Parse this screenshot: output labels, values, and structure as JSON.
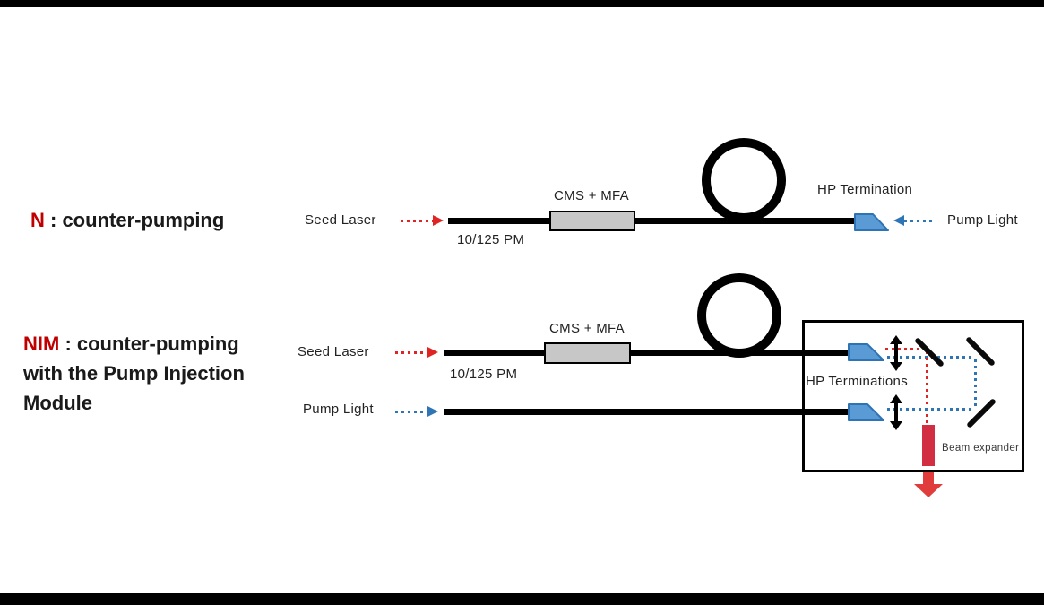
{
  "colors": {
    "heading_accent_red": "#c00000",
    "signal_beam_red": "#e02424",
    "pump_beam_blue": "#2e75b6",
    "termination_fill": "#5b9bd5",
    "termination_border": "#2e74b5",
    "component_gray": "#c7c7c7",
    "beam_expander_crimson": "#d12e44",
    "output_arrow_red": "#e03c3c",
    "fiber_black": "#000000"
  },
  "top_diagram": {
    "heading": {
      "prefix": "N",
      "rest": " : counter-pumping"
    },
    "seed_laser_label": "Seed Laser",
    "fiber_label": "10/125 PM",
    "component_label": "CMS + MFA",
    "termination_label": "HP Termination",
    "pump_light_label": "Pump Light"
  },
  "bottom_diagram": {
    "heading": {
      "prefix": "NIM",
      "rest": " : counter-pumping",
      "line2": "with the Pump Injection",
      "line3": "Module"
    },
    "seed_laser_label": "Seed Laser",
    "fiber_label": "10/125 PM",
    "component_label": "CMS + MFA",
    "pump_light_label": "Pump Light",
    "module": {
      "terminations_label": "HP Terminations",
      "beam_expander_label": "Beam expander"
    }
  }
}
